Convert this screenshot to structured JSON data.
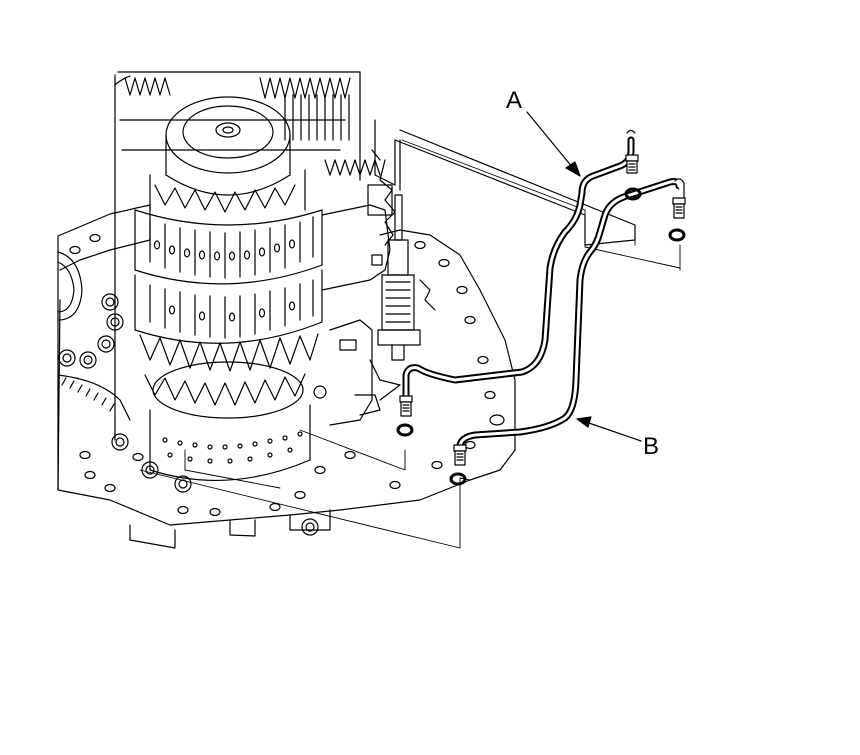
{
  "callouts": {
    "a": {
      "label": "A",
      "part": "upper-pipe"
    },
    "b": {
      "label": "B",
      "part": "lower-pipe"
    }
  },
  "colors": {
    "line": "#000000",
    "fill": "#ffffff"
  }
}
